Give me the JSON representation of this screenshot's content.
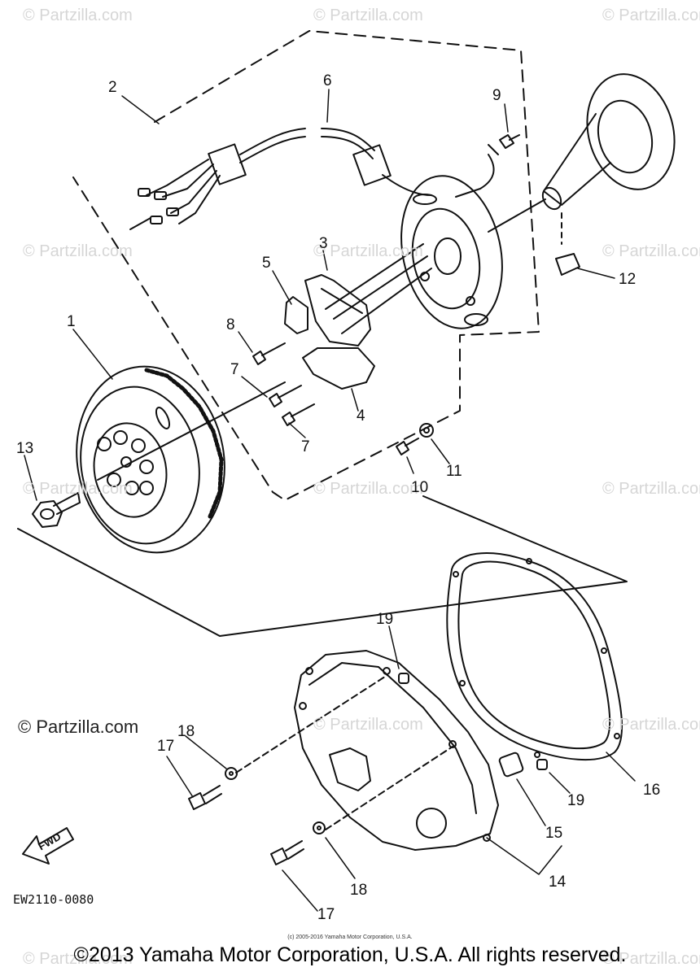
{
  "watermark_text": "© Partzilla.com",
  "diagram": {
    "callouts": [
      {
        "id": "1",
        "label": "1"
      },
      {
        "id": "2",
        "label": "2"
      },
      {
        "id": "3",
        "label": "3"
      },
      {
        "id": "4",
        "label": "4"
      },
      {
        "id": "5",
        "label": "5"
      },
      {
        "id": "6",
        "label": "6"
      },
      {
        "id": "7a",
        "label": "7"
      },
      {
        "id": "7b",
        "label": "7"
      },
      {
        "id": "8",
        "label": "8"
      },
      {
        "id": "9",
        "label": "9"
      },
      {
        "id": "10",
        "label": "10"
      },
      {
        "id": "11",
        "label": "11"
      },
      {
        "id": "12",
        "label": "12"
      },
      {
        "id": "13",
        "label": "13"
      },
      {
        "id": "14",
        "label": "14"
      },
      {
        "id": "15",
        "label": "15"
      },
      {
        "id": "16",
        "label": "16"
      },
      {
        "id": "17a",
        "label": "17"
      },
      {
        "id": "17b",
        "label": "17"
      },
      {
        "id": "18a",
        "label": "18"
      },
      {
        "id": "18b",
        "label": "18"
      },
      {
        "id": "19a",
        "label": "19"
      },
      {
        "id": "19b",
        "label": "19"
      }
    ],
    "fwd_label": "FWD",
    "drawing_code": "EW2110-0080"
  },
  "partzilla_mark": "© Partzilla.com",
  "copyright_small": "(c) 2005-2016 Yamaha Motor Corporation, U.S.A.",
  "copyright_main": "©2013 Yamaha Motor Corporation, U.S.A. All rights reserved."
}
